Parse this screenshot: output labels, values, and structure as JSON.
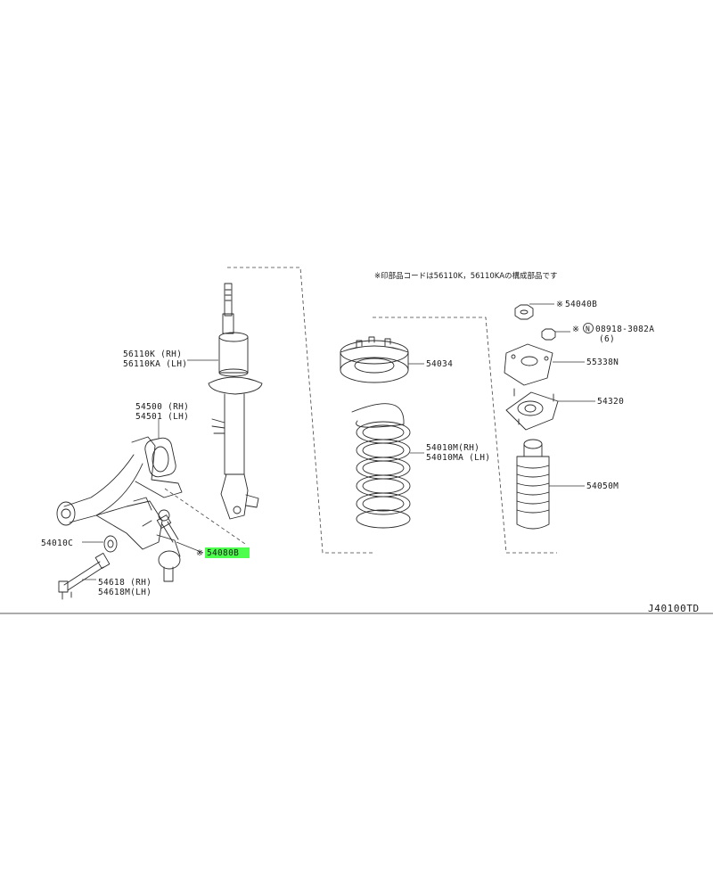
{
  "note": "※印部品コードは56110K，56110KAの構成部品です",
  "diagram_code": "J40100TD",
  "highlight_color": "#4cff4c",
  "callouts": {
    "strut_rh": "56110K (RH)",
    "strut_lh": "56110KA (LH)",
    "arm_rh": "54500 (RH)",
    "arm_lh": "54501 (LH)",
    "bushing": "54010C",
    "link_rh": "54618 (RH)",
    "link_lh": "54618M(LH)",
    "bolt_mark": "※",
    "bolt": "54080B",
    "seat": "54034",
    "spring_rh": "54010M(RH)",
    "spring_lh": "54010MA (LH)",
    "nut_mark": "※",
    "nut": "54040B",
    "washer_mark": "※",
    "washer_n": "N",
    "washer": "08918-3082A",
    "washer_qty": "(6)",
    "plate": "55338N",
    "mount": "54320",
    "boot": "54050M"
  }
}
